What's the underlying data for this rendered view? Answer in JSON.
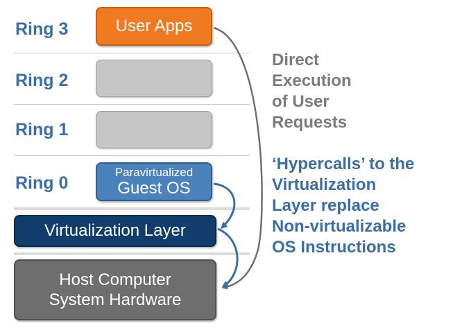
{
  "rings": {
    "ring3": "Ring 3",
    "ring2": "Ring 2",
    "ring1": "Ring 1",
    "ring0": "Ring 0"
  },
  "boxes": {
    "user_apps": "User Apps",
    "guest_os_top": "Paravirtualized",
    "guest_os_bottom": "Guest OS",
    "virtualization_layer": "Virtualization Layer",
    "hardware_line1": "Host Computer",
    "hardware_line2": "System Hardware"
  },
  "annotations": {
    "direct_execution": [
      "Direct",
      "Execution",
      "of User",
      "Requests"
    ],
    "hypercalls": [
      "‘Hypercalls’ to the",
      "Virtualization",
      "Layer replace",
      "Non-virtualizable",
      "OS Instructions"
    ]
  },
  "colors": {
    "ring_label": "#3a6ea5",
    "user_apps": "#ef7a1f",
    "guest_os": "#4b82bc",
    "virtualization_layer": "#103d6c",
    "hardware": "#6e6e6e",
    "empty_ring": "#c6c6c6",
    "arrow": "#707070",
    "hypercall_arrow": "#3a6ea5"
  }
}
